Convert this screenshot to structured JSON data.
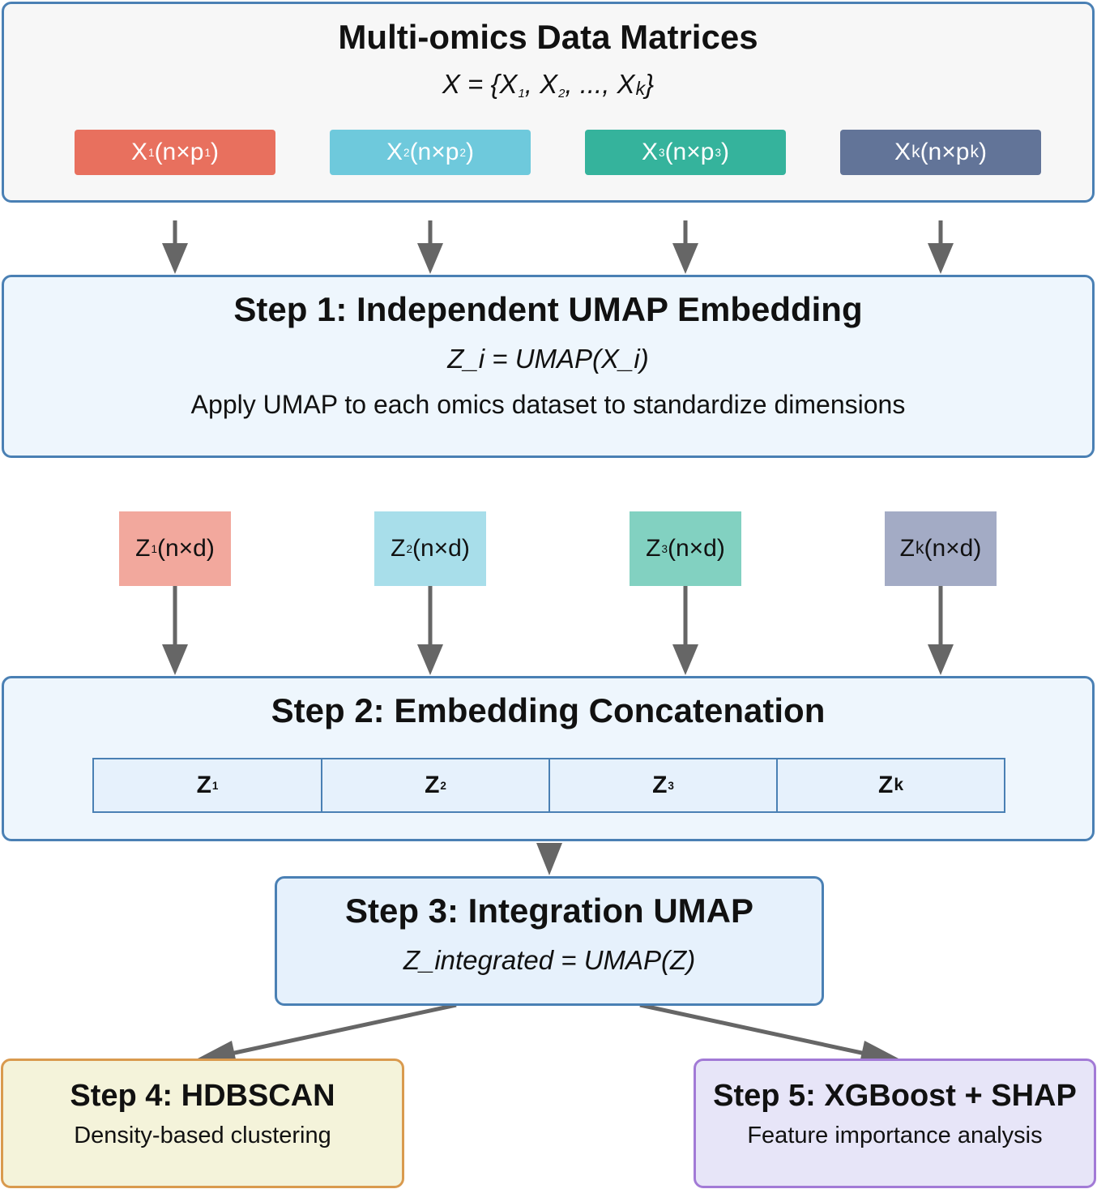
{
  "input_box": {
    "title": "Multi-omics Data Matrices",
    "formula_lhs": "X = {X",
    "formula_mid1": ", X",
    "formula_mid2": ", ..., X",
    "formula_end": "}",
    "formula_sub1": "1",
    "formula_sub2": "2",
    "formula_subk": "k",
    "matrices": [
      {
        "base": "X",
        "sub": "1",
        "rest": " (n×p",
        "psub": "1",
        "end": ")",
        "color": "#e8705e"
      },
      {
        "base": "X",
        "sub": "2",
        "rest": " (n×p",
        "psub": "2",
        "end": ")",
        "color": "#6ec9dc"
      },
      {
        "base": "X",
        "sub": "3",
        "rest": " (n×p",
        "psub": "3",
        "end": ")",
        "color": "#35b39c"
      },
      {
        "base": "X",
        "sub": "k",
        "rest": " (n×p",
        "psub": "k",
        "end": ")",
        "color": "#627498"
      }
    ]
  },
  "step1": {
    "title": "Step 1: Independent UMAP Embedding",
    "formula": "Z_i = UMAP(X_i)",
    "description": "Apply UMAP to each omics dataset to standardize dimensions"
  },
  "embeddings": [
    {
      "base": "Z",
      "sub": "1",
      "rest": " (n×d)",
      "color": "#f2a89d"
    },
    {
      "base": "Z",
      "sub": "2",
      "rest": " (n×d)",
      "color": "#a8deea"
    },
    {
      "base": "Z",
      "sub": "3",
      "rest": " (n×d)",
      "color": "#82d1c1"
    },
    {
      "base": "Z",
      "sub": "k",
      "rest": " (n×d)",
      "color": "#a3abc5"
    }
  ],
  "step2": {
    "title": "Step 2: Embedding Concatenation",
    "cells": [
      {
        "base": "Z",
        "sub": "1"
      },
      {
        "base": "Z",
        "sub": "2"
      },
      {
        "base": "Z",
        "sub": "3"
      },
      {
        "base": "Z",
        "sub": "k"
      }
    ]
  },
  "step3": {
    "title": "Step 3: Integration UMAP",
    "formula": "Z_integrated = UMAP(Z)"
  },
  "step4": {
    "title": "Step 4: HDBSCAN",
    "description": "Density-based clustering"
  },
  "step5": {
    "title": "Step 5: XGBoost + SHAP",
    "description": "Feature importance analysis"
  },
  "colors": {
    "arrow": "#666666",
    "border_blue": "#4a80b4",
    "input_bg": "#f7f7f7",
    "step_bg": "#eef6fd",
    "step3_bg": "#e6f1fc",
    "step4_bg": "#f4f3da",
    "step4_border": "#d99a4e",
    "step5_bg": "#e7e5f8",
    "step5_border": "#a27ad6"
  }
}
